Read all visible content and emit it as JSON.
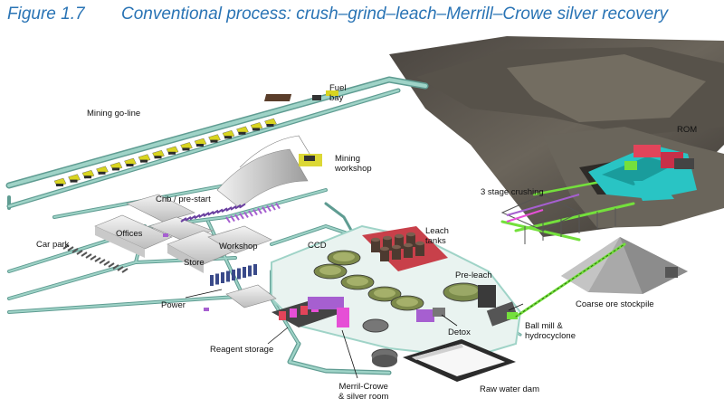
{
  "figure": {
    "number": "Figure 1.7",
    "title": "Conventional process: crush–grind–leach–Merrill–Crowe silver recovery"
  },
  "labels": {
    "fuel_bay_1": "Fuel",
    "fuel_bay_2": "bay",
    "mining_go_line": "Mining go-line",
    "mining_workshop_1": "Mining",
    "mining_workshop_2": "workshop",
    "rom": "ROM",
    "crib": "Crib / pre-start",
    "stage_crushing": "3 stage crushing",
    "offices": "Offices",
    "car_park": "Car park",
    "ccd": "CCD",
    "leach_tanks_1": "Leach",
    "leach_tanks_2": "tanks",
    "workshop": "Workshop",
    "store": "Store",
    "pre_leach": "Pre-leach",
    "power": "Power",
    "coarse_ore": "Coarse ore stockpile",
    "ball_mill_1": "Ball mill &",
    "ball_mill_2": "hydrocyclone",
    "detox": "Detox",
    "reagent_storage": "Reagent storage",
    "merril_crowe_1": "Merril-Crowe",
    "merril_crowe_2": "& silver room",
    "raw_water_dam": "Raw water dam"
  },
  "colors": {
    "title": "#2a74b5",
    "road": "#9fd3c7",
    "road_edge": "#5f9c92",
    "pit_dark": "#3b3733",
    "pit_light": "#7a7466",
    "truck": "#d8d420",
    "crusher": "#29c4c4",
    "conveyor": "#74e03c",
    "leach_red": "#c8404a",
    "stockpile": "#a9a9a9",
    "water": "#2b2b2b",
    "building": "#d9d9d9",
    "purple": "#a65fd0"
  }
}
